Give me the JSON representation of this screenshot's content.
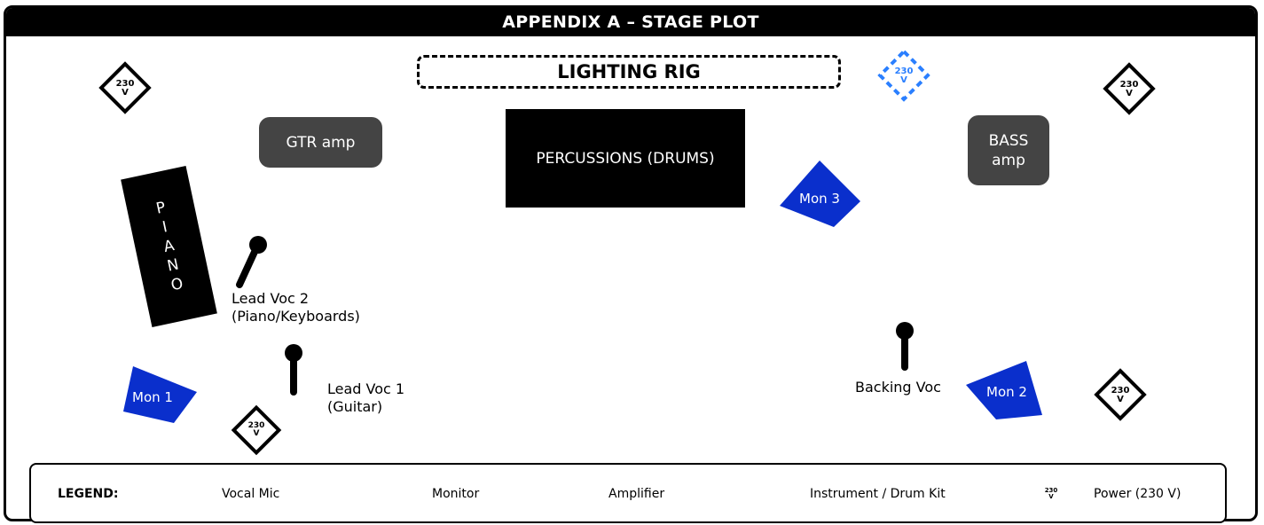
{
  "title": "APPENDIX A – STAGE PLOT",
  "stage": {
    "lighting_rig": "LIGHTING RIG",
    "drums": "PERCUSSIONS (DRUMS)",
    "gtr_amp": "GTR amp",
    "bass_amp_line1": "BASS",
    "bass_amp_line2": "amp",
    "piano_letters": [
      "P",
      "I",
      "A",
      "N",
      "O"
    ],
    "lead_voc_2_line1": "Lead Voc 2",
    "lead_voc_2_line2": "(Piano/Keyboards)",
    "lead_voc_1_line1": "Lead Voc 1",
    "lead_voc_1_line2": "(Guitar)",
    "backing_voc": "Backing Voc",
    "mon1": "Mon 1",
    "mon2": "Mon 2",
    "mon3": "Mon 3",
    "power_top": "230",
    "power_bottom": "V"
  },
  "legend": {
    "heading": "LEGEND:",
    "vocal_mic": "Vocal Mic",
    "monitor": "Monitor",
    "amplifier": "Amplifier",
    "instrument": "Instrument / Drum Kit",
    "power": "Power (230 V)"
  },
  "colors": {
    "monitor_blue": "#0a2fcc",
    "power_blue_outline": "#2a7fff",
    "amp_gray": "#444444",
    "black": "#000000"
  }
}
